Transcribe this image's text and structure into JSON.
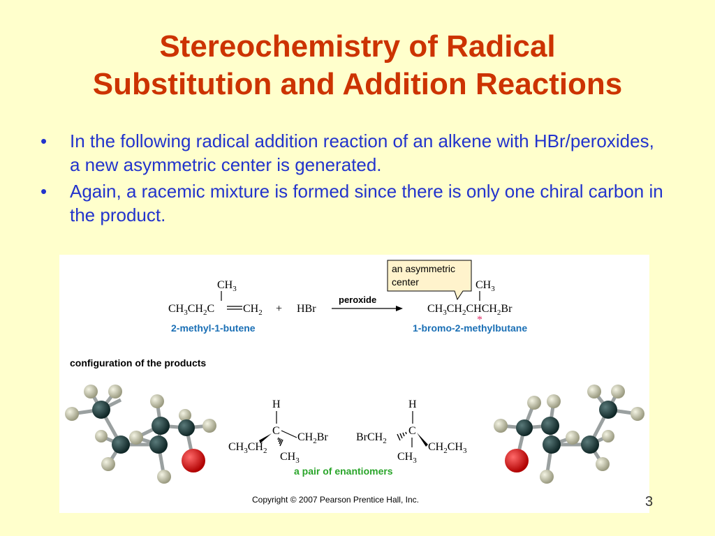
{
  "title_line1": "Stereochemistry of Radical",
  "title_line2": "Substitution and Addition Reactions",
  "bullets": [
    "In the following radical addition reaction of an alkene with HBr/peroxides, a new asymmetric center is generated.",
    "Again, a racemic mixture is formed since there is only one chiral carbon in the product."
  ],
  "bullet_symbol": "•",
  "figure": {
    "callout": [
      "an asymmetric",
      "center"
    ],
    "reactant_name": "2-methyl-1-butene",
    "reagent": "HBr",
    "plus": "+",
    "arrow_label": "peroxide",
    "product_name": "1-bromo-2-methylbutane",
    "asterisk": "*",
    "config_heading": "configuration of the products",
    "enantiomers_label": "a pair of enantiomers",
    "copyright": "Copyright © 2007 Pearson Prentice Hall, Inc."
  },
  "page_number_fragment": "3",
  "colors": {
    "background": "#ffffcc",
    "title": "#cc3300",
    "bullet_text": "#2233cc",
    "compound_name": "#1a6fb5",
    "enantiomer_label": "#2aa52a",
    "callout_fill": "#fff3cc",
    "asterisk": "#e0306a",
    "carbon_atom": "#1a3a3a",
    "hydrogen_atom": "#c8c8a8",
    "bromine_atom": "#dd1111"
  }
}
